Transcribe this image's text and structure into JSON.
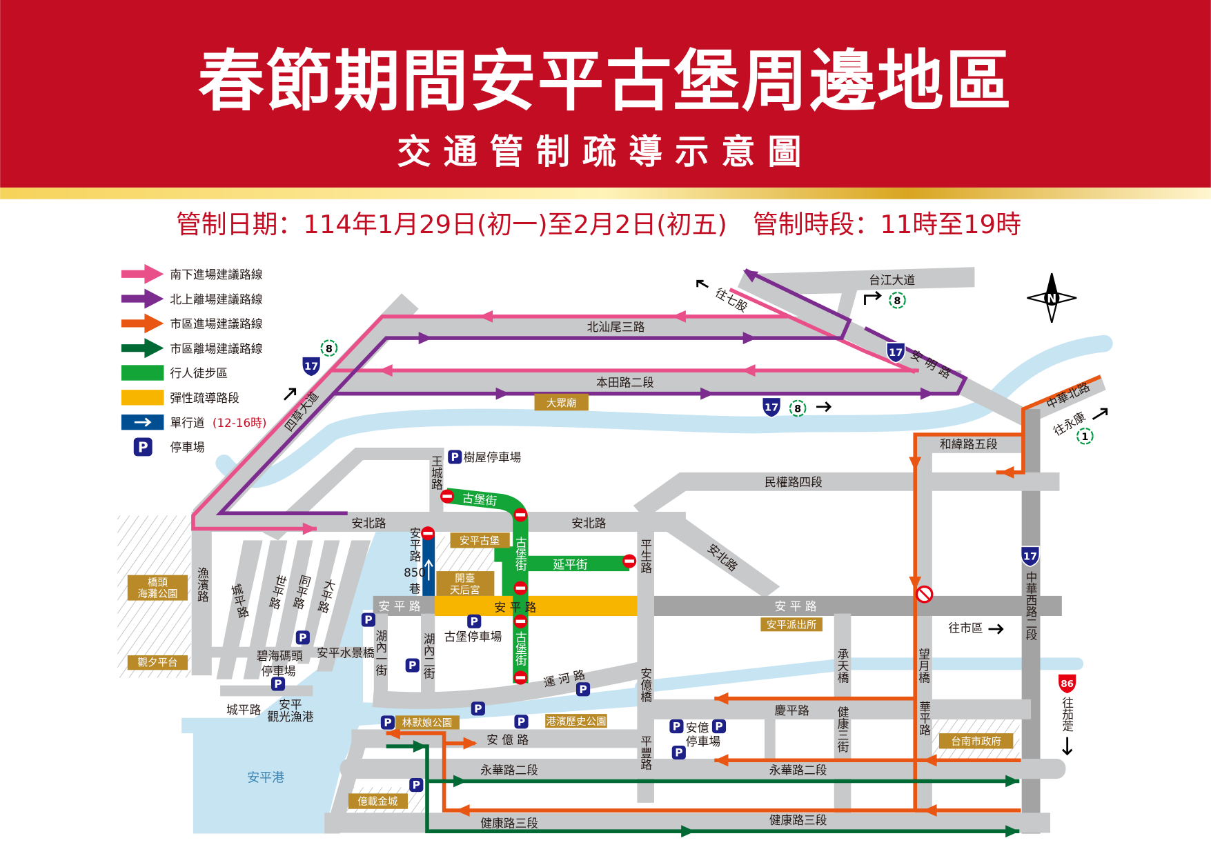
{
  "header": {
    "title": "春節期間安平古堡周邊地區",
    "subtitle": "交通管制疏導示意圖",
    "schedule": "管制日期：114年1月29日(初一)至2月2日(初五)　管制時段：11時至19時"
  },
  "legend": {
    "southbound": "南下進場建議路線",
    "northbound": "北上離場建議路線",
    "city_in": "市區進場建議路線",
    "city_out": "市區離場建議路線",
    "pedestrian": "行人徒步區",
    "flexible": "彈性疏導路段",
    "oneway": "單行道",
    "oneway_hours": "(12-16時)",
    "parking": "停車場"
  },
  "colors": {
    "header_red": "#C30D23",
    "southbound": "#E9508A",
    "northbound": "#7B2C8E",
    "city_in": "#E95513",
    "city_out": "#006934",
    "pedestrian": "#13A538",
    "flexible": "#F8B500",
    "oneway": "#004E92",
    "parking": "#1D2087",
    "landmark": "#B98A27",
    "water": "#C7E4F3"
  },
  "roads": {
    "beishanwei": "北汕尾三路",
    "bentian": "本田路二段",
    "taijiang": "台江大道",
    "to_qigu": "往七股",
    "anming": "安明路",
    "sicao": "四草大道",
    "zhonghua_n": "中華北路",
    "to_yongkang": "往永康",
    "hewei": "和緯路五段",
    "minquan": "民權路四段",
    "anbei": "安北路",
    "wangcheng": "王城路",
    "gubao": "古堡街",
    "yanping": "延平街",
    "pingsheng": "平生路",
    "anping_lane_a": "安平路",
    "anping_lane_num": "850",
    "anping_lane_b": "巷",
    "anping": "安 平 路",
    "to_city": "往市區",
    "yubin": "漁濱路",
    "chengping": "城平路",
    "shiping": "世平路",
    "tongping": "同平路",
    "daping": "大平路",
    "shuijing_bridge": "安平水景橋",
    "hunei1": "湖內一街",
    "hunei2": "湖內二街",
    "yunhe": "運 河 路",
    "anyi_bridge": "安億橋",
    "chengtian_bridge": "承天橋",
    "wangyue_bridge": "望月橋",
    "qingping": "慶平路",
    "jiankang3st": "健康三街",
    "huaping": "華平路",
    "anyi": "安 億 路",
    "yonghua": "永華路二段",
    "jiankang": "健康路三段",
    "pingfeng": "平豐路",
    "zhonghua_w": "中華西路二段",
    "to_qieding": "往茄萣",
    "anping_harbor": "安平港"
  },
  "places": {
    "shuwu_parking": "樹屋停車場",
    "gubao_parking": "古堡停車場",
    "bihai_parking_a": "碧海碼頭",
    "bihai_parking_b": "停車場",
    "anyi_parking_a": "安億",
    "anyi_parking_b": "停車場",
    "fishing_port_a": "安平",
    "fishing_port_b": "觀光漁港",
    "dazhong_temple": "大眾廟",
    "anping_fort": "安平古堡",
    "tianhou_a": "開臺",
    "tianhou_b": "天后宮",
    "qiaotou_a": "橋頭",
    "qiaotou_b": "海灘公園",
    "sunset_platform": "觀夕平台",
    "police": "安平派出所",
    "linmoniang": "林默娘公園",
    "harbor_park": "港濱歷史公園",
    "eternal_fort": "億載金城",
    "city_hall": "台南市政府"
  },
  "shields": {
    "prov17": "17",
    "city8": "8",
    "city1": "1",
    "prov86": "86",
    "parking": "P",
    "compass": "N"
  }
}
